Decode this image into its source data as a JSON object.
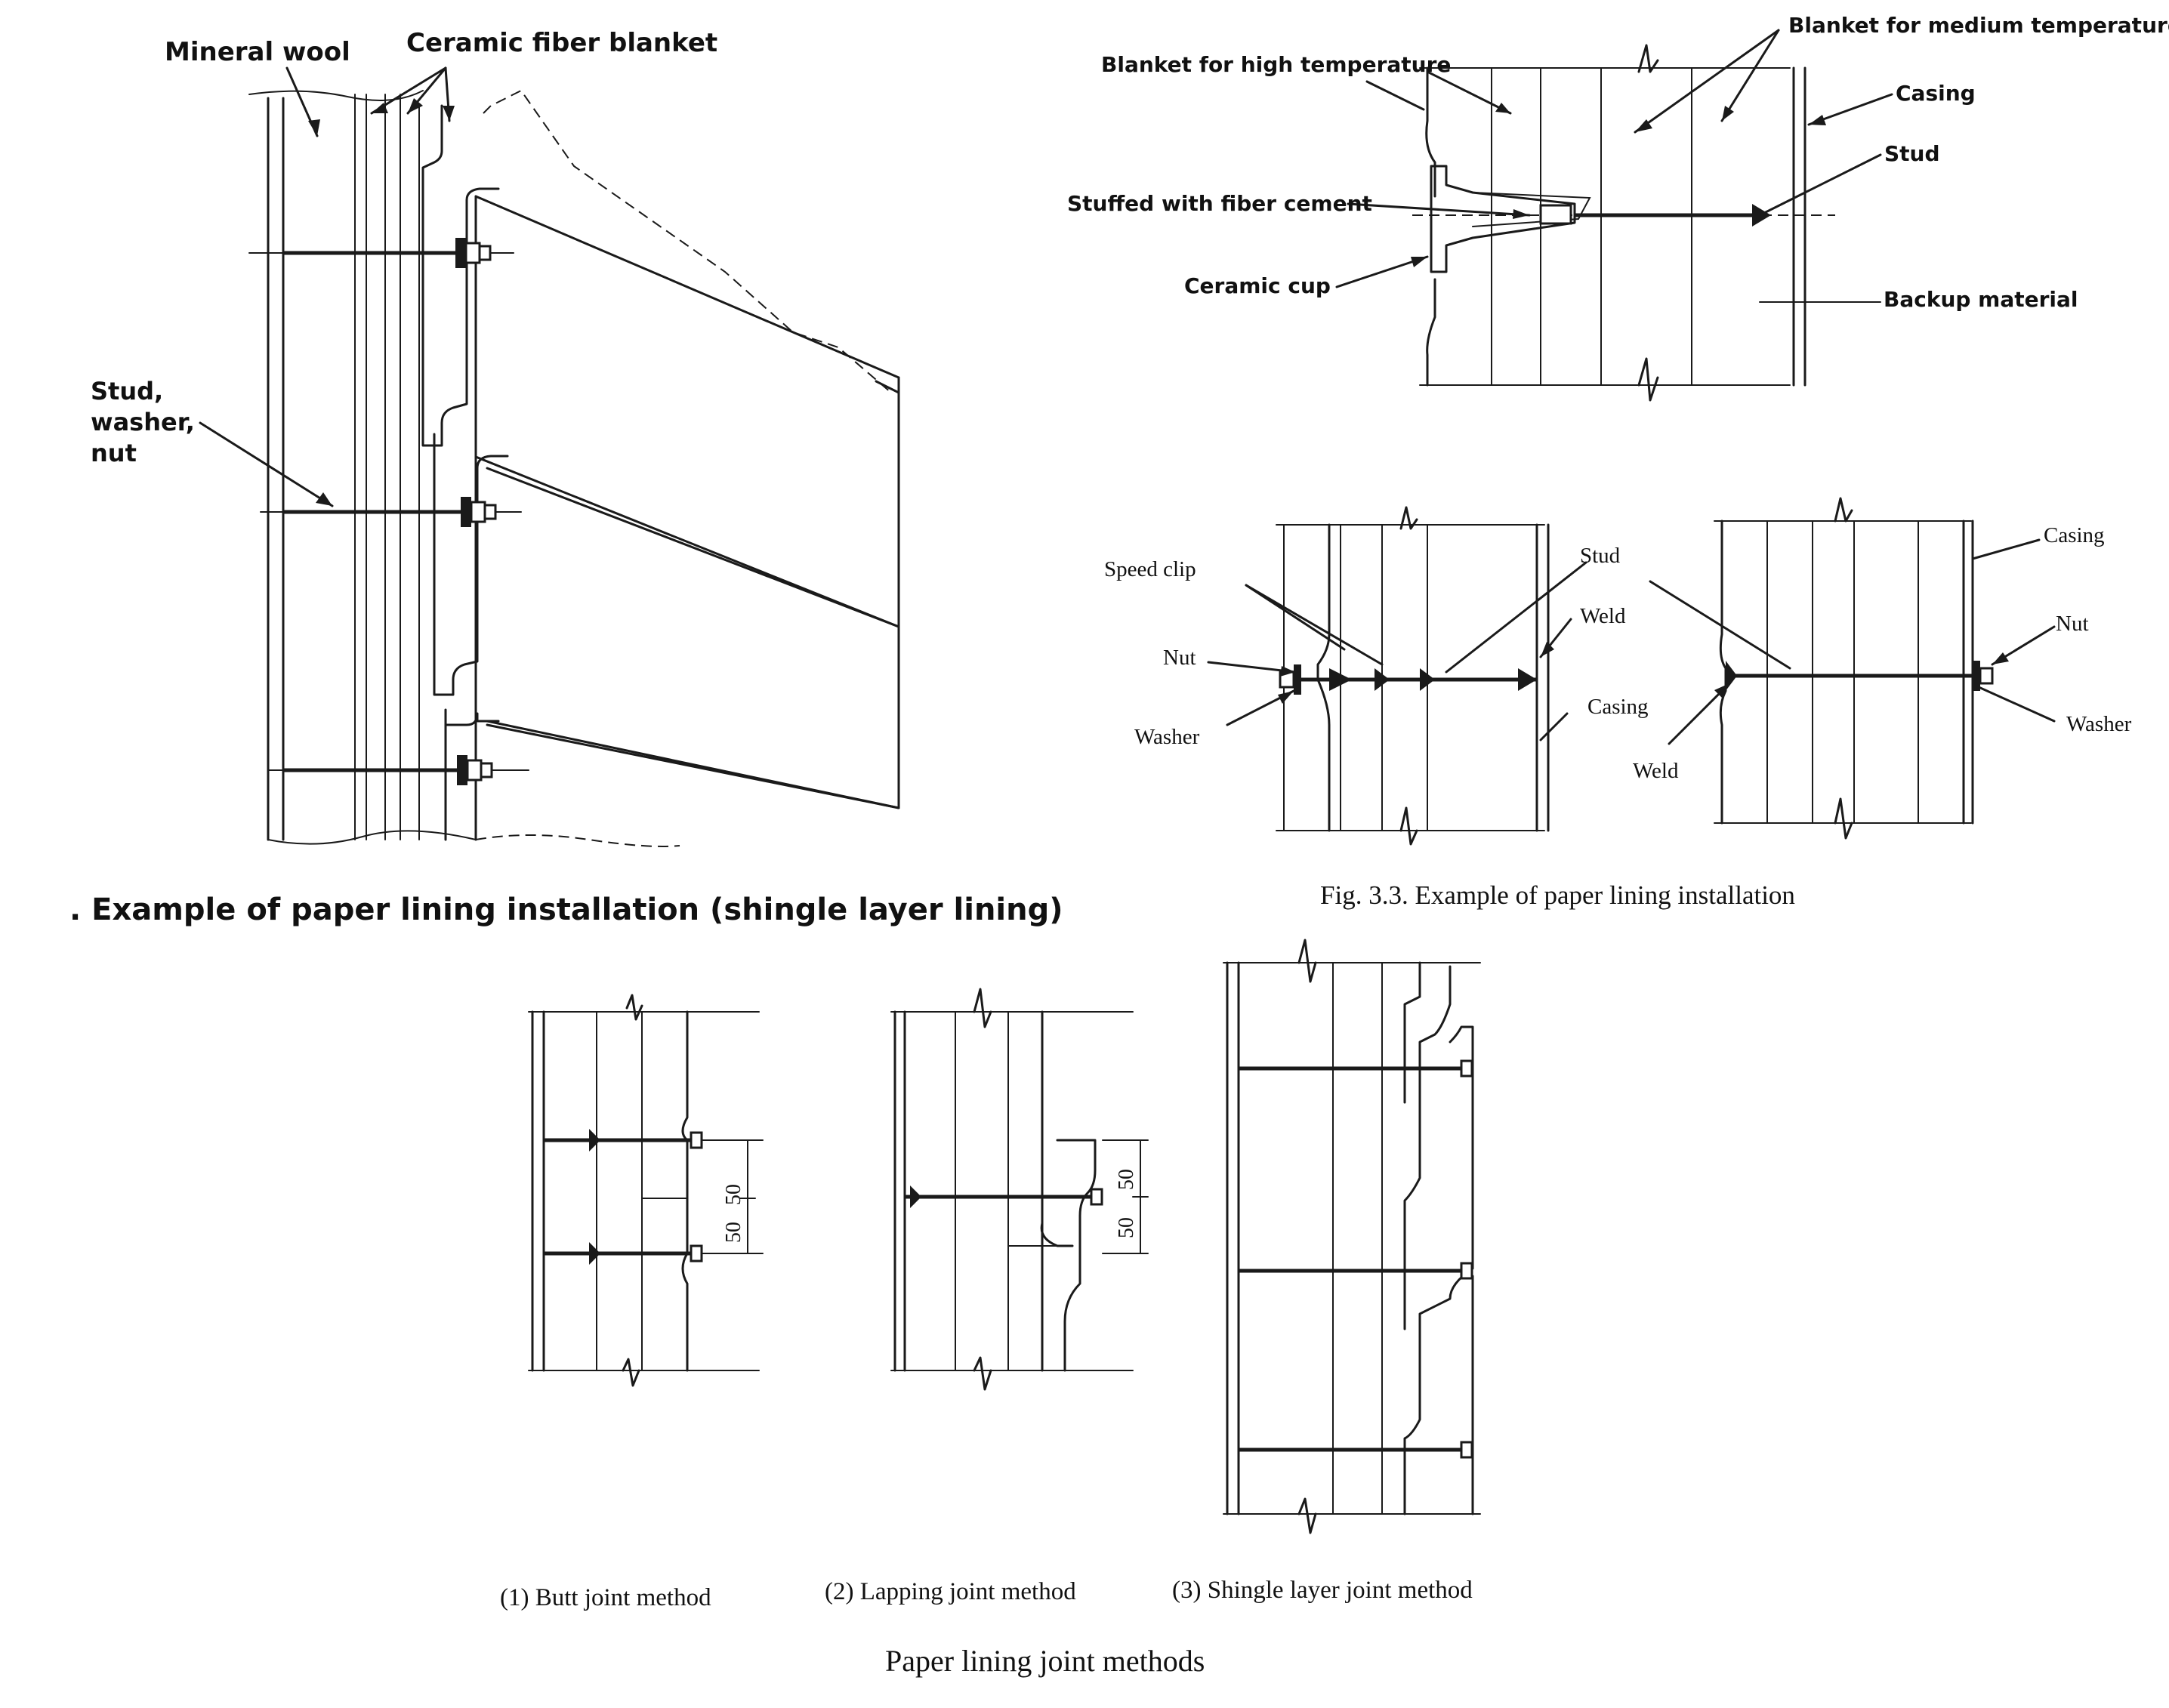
{
  "figure_left": {
    "labels": {
      "mineral_wool": "Mineral wool",
      "ceramic_fiber_blanket": "Ceramic fiber blanket",
      "stud_line1": "Stud,",
      "stud_line2": "washer,",
      "stud_line3": "nut"
    },
    "caption": ". Example of paper lining installation (shingle layer lining)"
  },
  "figure_top_right": {
    "labels": {
      "blanket_high": "Blanket for high temperature",
      "blanket_medium": "Blanket for medium temperature",
      "casing": "Casing",
      "stud": "Stud",
      "stuffed": "Stuffed with fiber cement",
      "ceramic_cup": "Ceramic cup",
      "backup": "Backup material"
    }
  },
  "figure_mid_right": {
    "labels": {
      "speed_clip": "Speed clip",
      "stud": "Stud",
      "weld_left": "Weld",
      "nut_left": "Nut",
      "washer_left": "Washer",
      "casing_left": "Casing",
      "casing_right": "Casing",
      "nut_right": "Nut",
      "weld_right": "Weld",
      "washer_right": "Washer"
    },
    "caption": "Fig. 3.3.  Example of paper lining installation"
  },
  "figure_bottom": {
    "dimensions": {
      "d1_a": "50",
      "d1_b": "50",
      "d2_a": "50",
      "d2_b": "50"
    },
    "sub_captions": {
      "butt": "(1)  Butt joint method",
      "lapping": "(2)  Lapping joint method",
      "shingle": "(3)  Shingle layer joint method"
    },
    "caption": "Paper lining joint methods"
  }
}
